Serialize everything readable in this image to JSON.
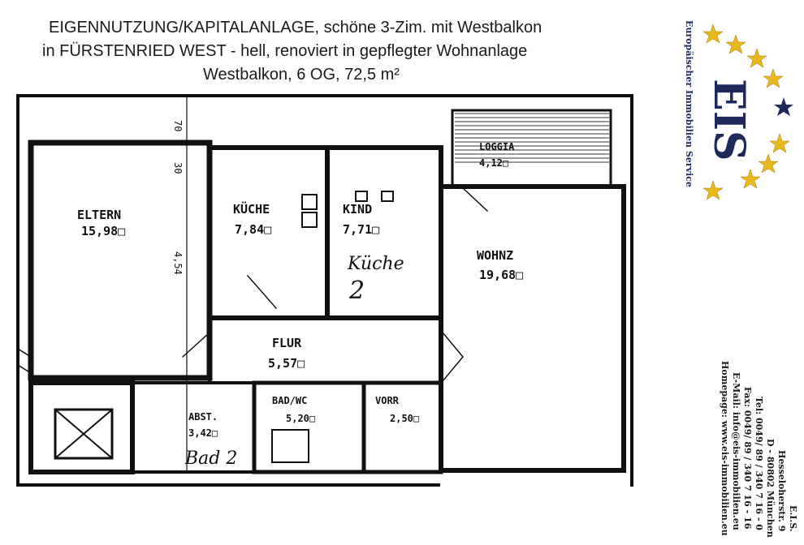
{
  "header": {
    "line1": "EIGENNUTZUNG/KAPITALANLAGE, schöne 3-Zim. mit Westbalkon",
    "line2": "in FÜRSTENRIED WEST - hell, renoviert in gepflegter Wohnanlage",
    "line3": "Westbalkon, 6 OG, 72,5 m²"
  },
  "rooms": {
    "eltern": {
      "name": "ELTERN",
      "area": "15,98□"
    },
    "kueche": {
      "name": "KÜCHE",
      "area": "7,84□"
    },
    "kind": {
      "name": "KIND",
      "area": "7,71□"
    },
    "loggia": {
      "name": "LOGGIA",
      "area": "4,12□"
    },
    "wohnz": {
      "name": "WOHNZ",
      "area": "19,68□"
    },
    "flur": {
      "name": "FLUR",
      "area": "5,57□"
    },
    "abst": {
      "name": "ABST.",
      "area": "3,42□"
    },
    "bad": {
      "name": "BAD/WC",
      "area": "5,20□"
    },
    "vorr": {
      "name": "VORR",
      "area": "2,50□"
    }
  },
  "annotations": {
    "kueche2": "Küche",
    "kueche2_num": "2",
    "bad2": "Bad 2"
  },
  "dimensions": {
    "d1": "4,54",
    "d2": "70",
    "d3": "30"
  },
  "logo": {
    "acronym": "EIS",
    "tagline": "Europäischer Immobilien Service",
    "brand_color": "#1f2a5c",
    "star_color": "#e8b81c"
  },
  "contact": {
    "company": "E.I.S.",
    "street": "Hesseloherstr. 9",
    "city": "D - 80802 München",
    "tel": "Tel: 0049/ 89 / 340 7 16 - 0",
    "fax": "Fax: 0049/ 89 / 340 7 16 - 16",
    "email": "E-Mail: info@eis-immobilien.eu",
    "web": "Homepage:  www.eis-immobilien.eu"
  }
}
